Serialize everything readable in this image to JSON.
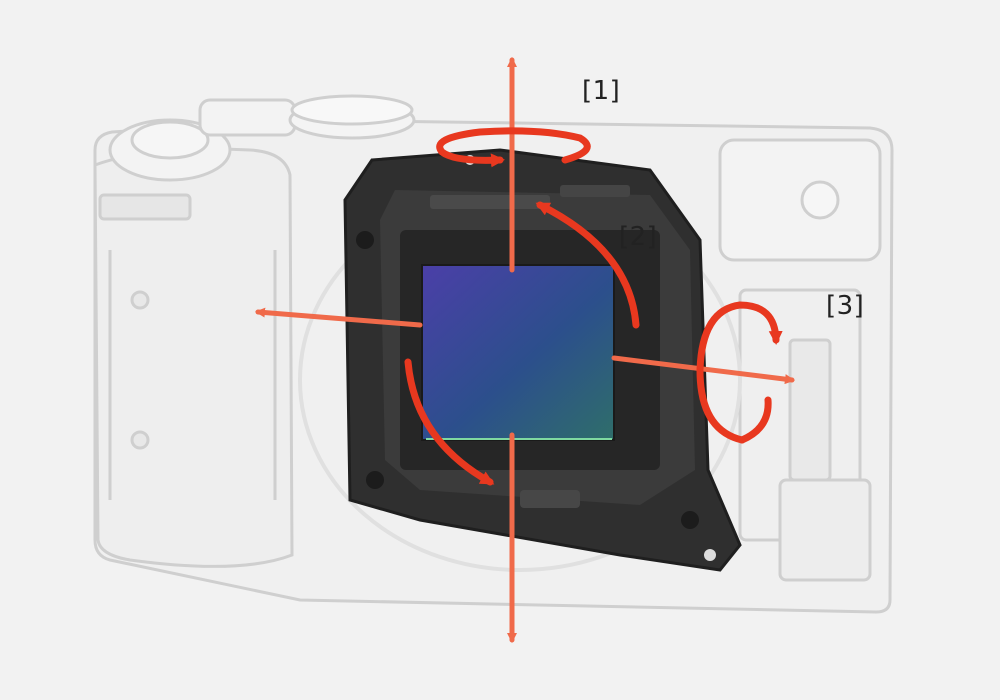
{
  "labels": {
    "axis1": "[1]",
    "axis2": "[2]",
    "axis3": "[3]"
  },
  "colors": {
    "background": "#f2f2f2",
    "camera_outline": "#cfcfcf",
    "camera_fill": "#ececec",
    "frame_dark": "#2f2f2f",
    "frame_mid": "#3b3b3b",
    "sensor_top": "#4b3fa8",
    "sensor_bottom": "#2f6e6a",
    "arrow_straight": "#f06a4a",
    "arrow_rotation": "#e8381f"
  },
  "icons": {
    "camera_body": "camera-body-icon",
    "stabilizer_unit": "sensor-stabilizer-icon"
  }
}
